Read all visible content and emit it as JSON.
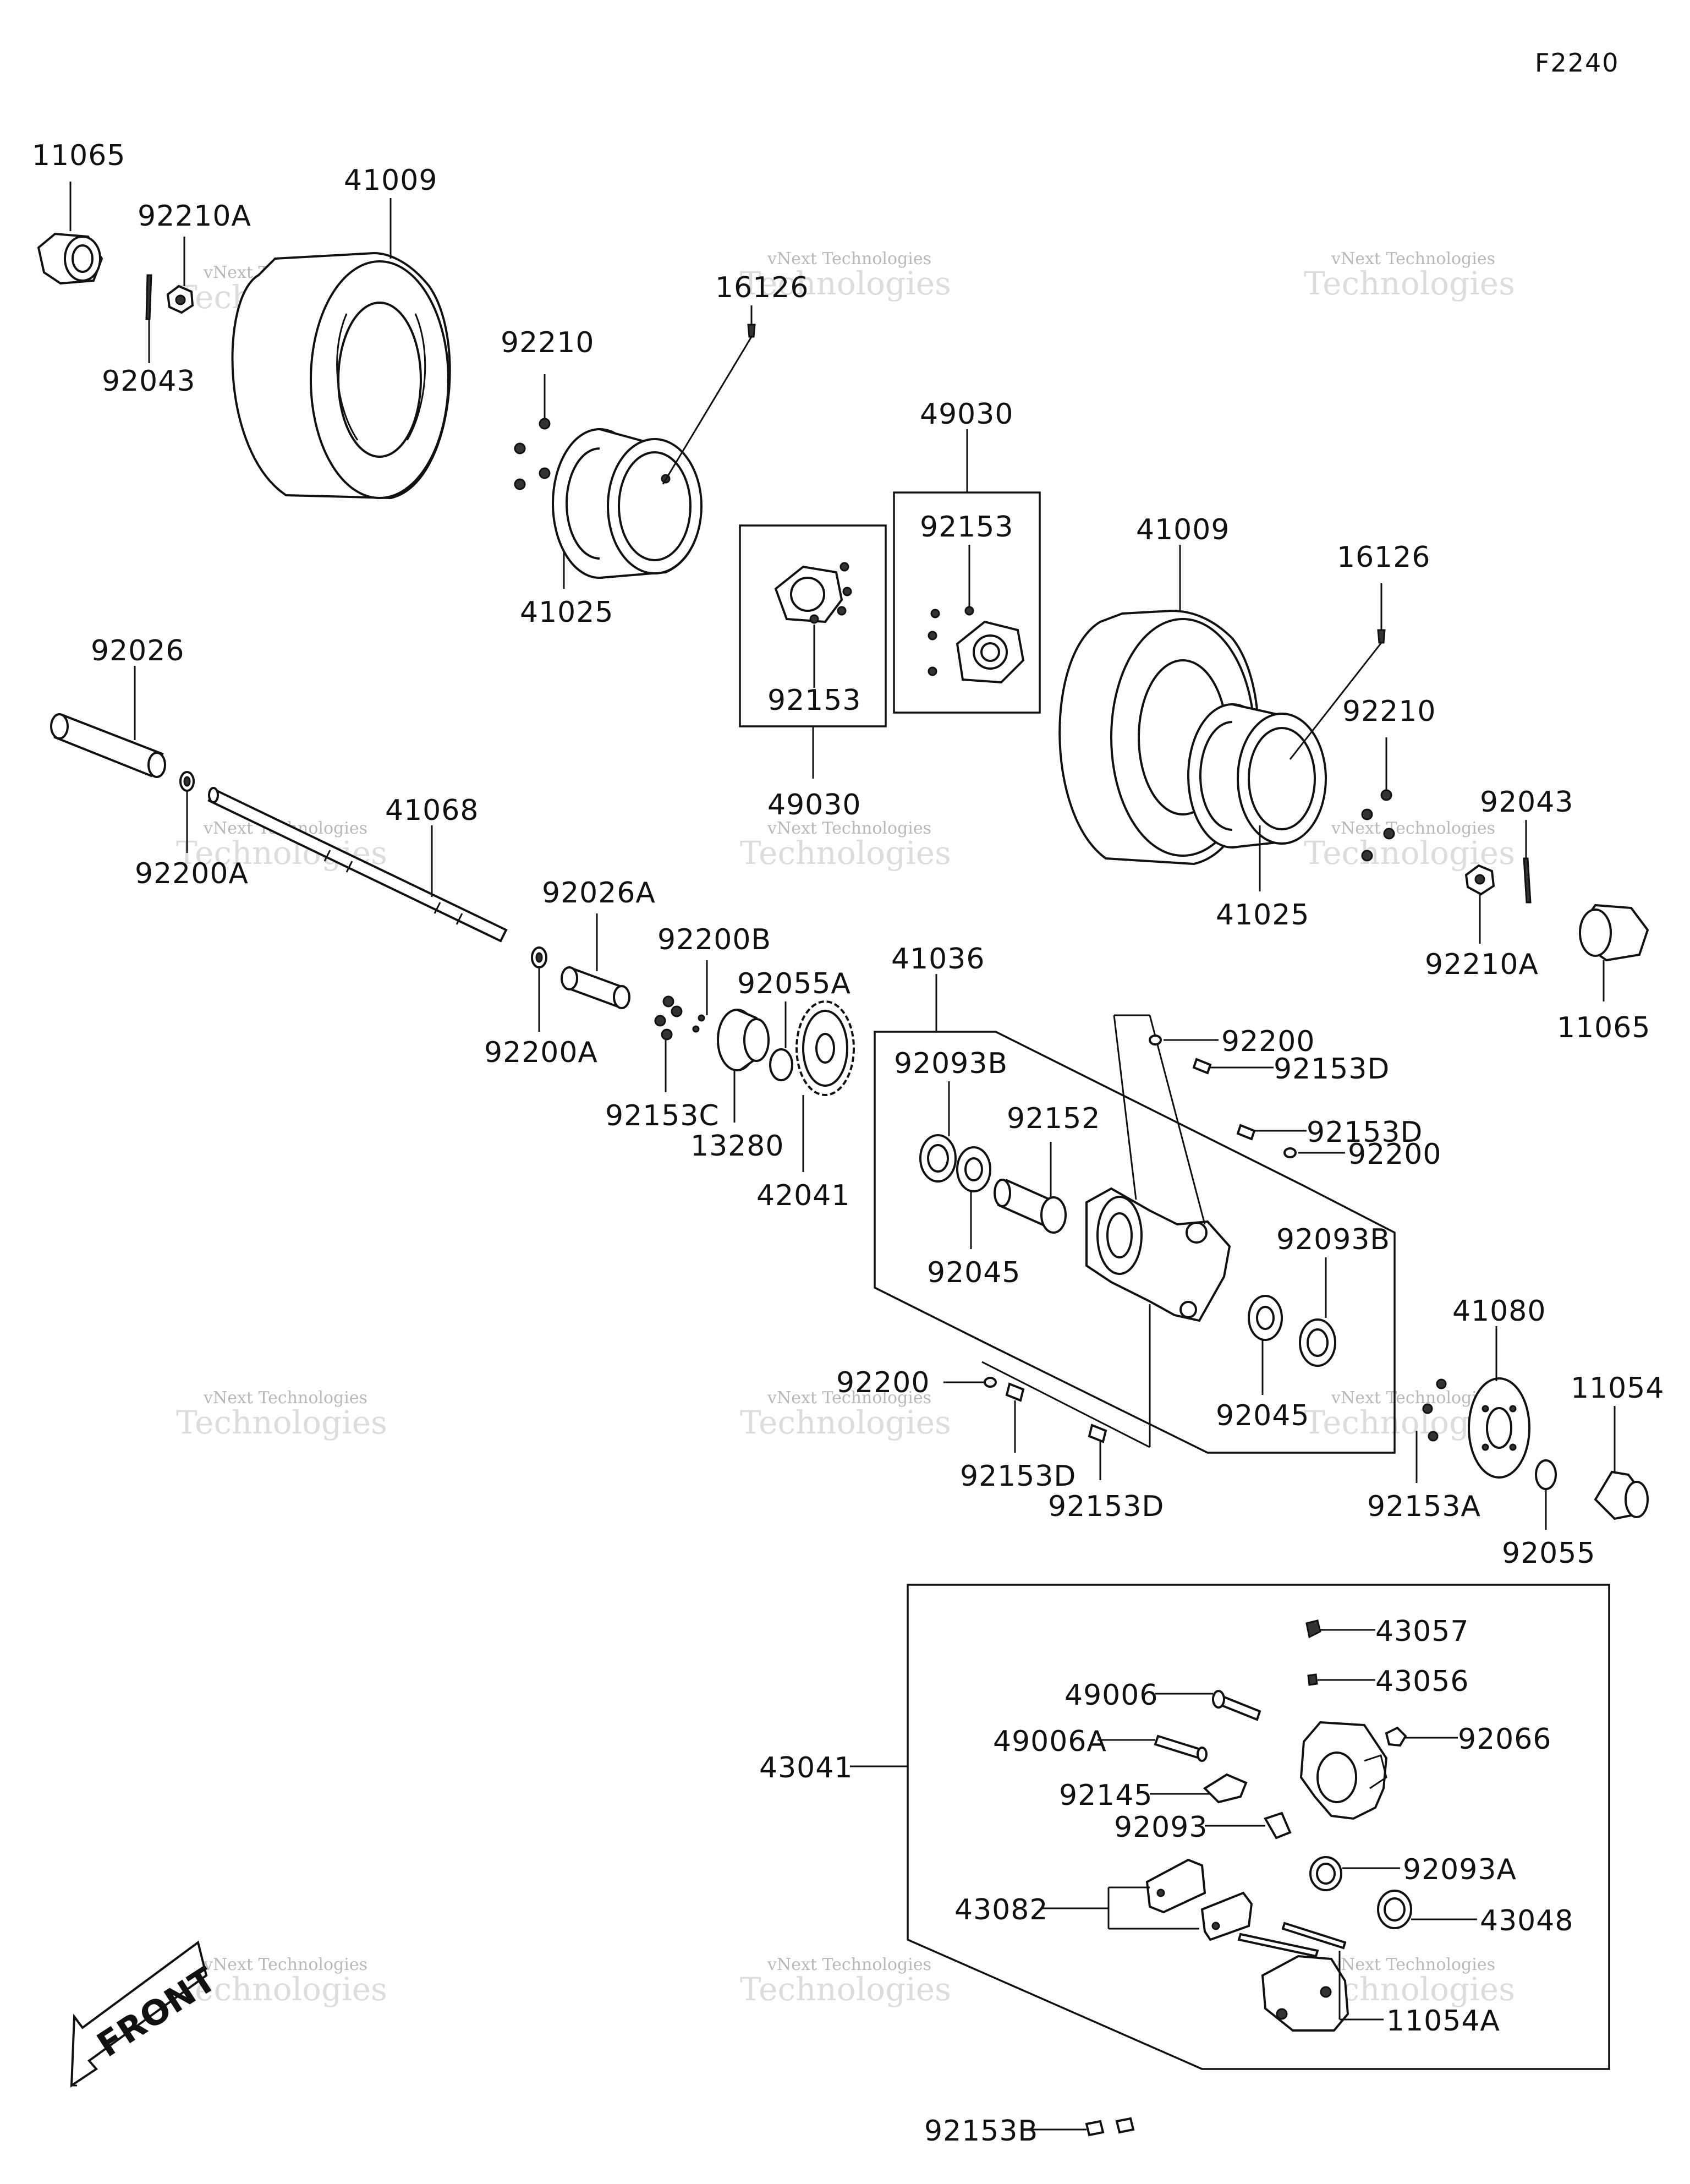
{
  "figure_code": "F2240",
  "watermark": {
    "line1": "vNext Technologies",
    "line2": "Technologies"
  },
  "front_label": "FRONT",
  "labels": {
    "p11065_l": "11065",
    "p92210A_l": "92210A",
    "p92043_l": "92043",
    "p41009_l": "41009",
    "p16126_l": "16126",
    "p92210_l": "92210",
    "p41025_l": "41025",
    "p49030_top": "49030",
    "p92153_top": "92153",
    "p92153_mid": "92153",
    "p49030_bot": "49030",
    "p41009_r": "41009",
    "p16126_r": "16126",
    "p92210_r": "92210",
    "p92043_r": "92043",
    "p41025_r": "41025",
    "p92210A_r": "92210A",
    "p11065_r": "11065",
    "p92026": "92026",
    "p41068": "41068",
    "p92200A_1": "92200A",
    "p92026A": "92026A",
    "p92200A_2": "92200A",
    "p92200B": "92200B",
    "p92055A": "92055A",
    "p92153C": "92153C",
    "p13280": "13280",
    "p42041": "42041",
    "p41036": "41036",
    "p92093B_1": "92093B",
    "p92152": "92152",
    "p92045_1": "92045",
    "p92200_1": "92200",
    "p92153D_1": "92153D",
    "p92153D_2": "92153D",
    "p92200_2": "92200",
    "p92093B_2": "92093B",
    "p92045_2": "92045",
    "p92200_3": "92200",
    "p92153D_3": "92153D",
    "p92153D_4": "92153D",
    "p41080": "41080",
    "p11054": "11054",
    "p92153A": "92153A",
    "p92055": "92055",
    "p43057": "43057",
    "p43056": "43056",
    "p49006": "49006",
    "p49006A": "49006A",
    "p92066": "92066",
    "p43041": "43041",
    "p92145": "92145",
    "p92093": "92093",
    "p92093A": "92093A",
    "p43082": "43082",
    "p43048": "43048",
    "p11054A": "11054A",
    "p92153B": "92153B"
  }
}
